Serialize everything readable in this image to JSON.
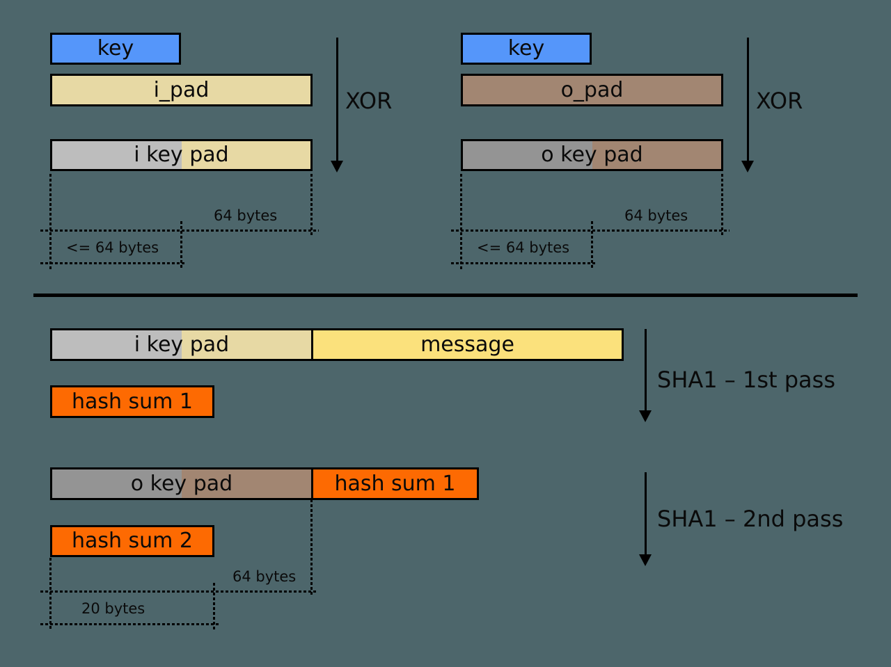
{
  "colors": {
    "background": "#4d666b",
    "key_blue": "#5596fa",
    "i_pad_tan": "#e7d9a4",
    "o_pad_brown": "#a28672",
    "i_key_gray": "#bdbdbd",
    "o_key_gray": "#949494",
    "message_yellow": "#fbe17c",
    "hash_orange": "#fd6a02",
    "line_black": "#000000"
  },
  "top_left": {
    "key": "key",
    "pad": "i_pad",
    "combined": "i key pad",
    "op": "XOR",
    "dim_full": "64 bytes",
    "dim_key": "<= 64 bytes"
  },
  "top_right": {
    "key": "key",
    "pad": "o_pad",
    "combined": "o key pad",
    "op": "XOR",
    "dim_full": "64 bytes",
    "dim_key": "<= 64 bytes"
  },
  "bottom_first": {
    "combined": "i key pad",
    "message": "message",
    "result": "hash sum 1",
    "pass": "SHA1 – 1st pass"
  },
  "bottom_second": {
    "combined": "o key pad",
    "appended": "hash sum 1",
    "result": "hash sum 2",
    "pass": "SHA1 – 2nd pass",
    "dim_full": "64 bytes",
    "dim_hash": "20 bytes"
  }
}
